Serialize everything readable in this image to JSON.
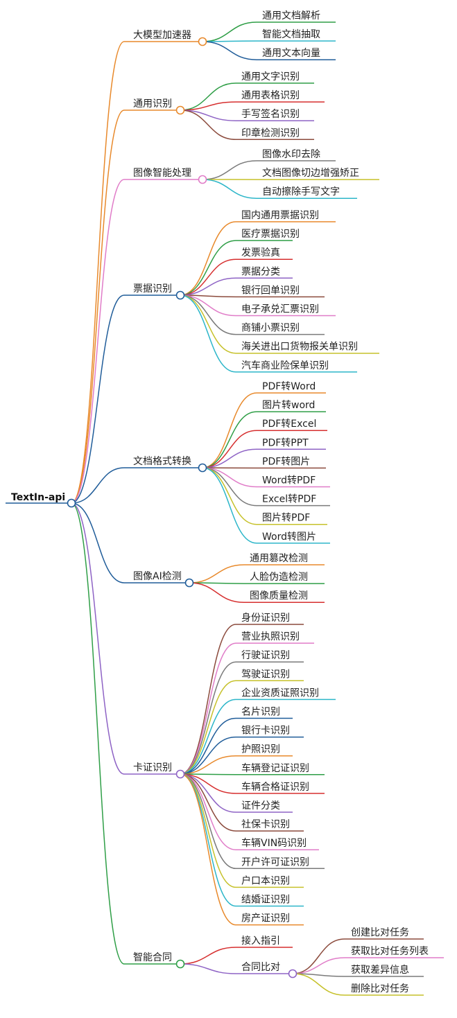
{
  "root": {
    "label": "TextIn-api",
    "color": "#1f5c99"
  },
  "branches": [
    {
      "label": "大模型加速器",
      "color": "#e8892b",
      "children": [
        {
          "label": "通用文档解析",
          "color": "#2e9e46"
        },
        {
          "label": "智能文档抽取",
          "color": "#2cb6c9"
        },
        {
          "label": "通用文本向量",
          "color": "#1f5c99"
        }
      ]
    },
    {
      "label": "通用识别",
      "color": "#e8892b",
      "children": [
        {
          "label": "通用文字识别",
          "color": "#2e9e46"
        },
        {
          "label": "通用表格识别",
          "color": "#d62f2f"
        },
        {
          "label": "手写签名识别",
          "color": "#8e63c5"
        },
        {
          "label": "印章检测识别",
          "color": "#8b4a3c"
        }
      ]
    },
    {
      "label": "图像智能处理",
      "color": "#e07cc8",
      "children": [
        {
          "label": "图像水印去除",
          "color": "#7a7a7a"
        },
        {
          "label": "文档图像切边增强矫正",
          "color": "#c6c12a"
        },
        {
          "label": "自动擦除手写文字",
          "color": "#2cb6c9"
        }
      ]
    },
    {
      "label": "票据识别",
      "color": "#1f5c99",
      "children": [
        {
          "label": "国内通用票据识别",
          "color": "#e8892b"
        },
        {
          "label": "医疗票据识别",
          "color": "#2e9e46"
        },
        {
          "label": "发票验真",
          "color": "#d62f2f"
        },
        {
          "label": "票据分类",
          "color": "#8e63c5"
        },
        {
          "label": "银行回单识别",
          "color": "#8b4a3c"
        },
        {
          "label": "电子承兑汇票识别",
          "color": "#e07cc8"
        },
        {
          "label": "商铺小票识别",
          "color": "#7a7a7a"
        },
        {
          "label": "海关进出口货物报关单识别",
          "color": "#c6c12a"
        },
        {
          "label": "汽车商业险保单识别",
          "color": "#2cb6c9"
        }
      ]
    },
    {
      "label": "文档格式转换",
      "color": "#1f5c99",
      "children": [
        {
          "label": "PDF转Word",
          "color": "#e8892b"
        },
        {
          "label": "图片转word",
          "color": "#2e9e46"
        },
        {
          "label": "PDF转Excel",
          "color": "#d62f2f"
        },
        {
          "label": "PDF转PPT",
          "color": "#8e63c5"
        },
        {
          "label": "PDF转图片",
          "color": "#8b4a3c"
        },
        {
          "label": "Word转PDF",
          "color": "#e07cc8"
        },
        {
          "label": "Excel转PDF",
          "color": "#7a7a7a"
        },
        {
          "label": "图片转PDF",
          "color": "#c6c12a"
        },
        {
          "label": "Word转图片",
          "color": "#2cb6c9"
        }
      ]
    },
    {
      "label": "图像AI检测",
      "color": "#1f5c99",
      "children": [
        {
          "label": "通用篡改检测",
          "color": "#e8892b"
        },
        {
          "label": "人脸伪造检测",
          "color": "#2e9e46"
        },
        {
          "label": "图像质量检测",
          "color": "#d62f2f"
        }
      ]
    },
    {
      "label": "卡证识别",
      "color": "#8e63c5",
      "children": [
        {
          "label": "身份证识别",
          "color": "#8b4a3c"
        },
        {
          "label": "营业执照识别",
          "color": "#e07cc8"
        },
        {
          "label": "行驶证识别",
          "color": "#7a7a7a"
        },
        {
          "label": "驾驶证识别",
          "color": "#c6c12a"
        },
        {
          "label": "企业资质证照识别",
          "color": "#2cb6c9"
        },
        {
          "label": "名片识别",
          "color": "#1f5c99"
        },
        {
          "label": "银行卡识别",
          "color": "#1f5c99"
        },
        {
          "label": "护照识别",
          "color": "#e8892b"
        },
        {
          "label": "车辆登记证识别",
          "color": "#2e9e46"
        },
        {
          "label": "车辆合格证识别",
          "color": "#d62f2f"
        },
        {
          "label": "证件分类",
          "color": "#8e63c5"
        },
        {
          "label": "社保卡识别",
          "color": "#8b4a3c"
        },
        {
          "label": "车辆VIN码识别",
          "color": "#e07cc8"
        },
        {
          "label": "开户许可证识别",
          "color": "#7a7a7a"
        },
        {
          "label": "户口本识别",
          "color": "#c6c12a"
        },
        {
          "label": "结婚证识别",
          "color": "#2cb6c9"
        },
        {
          "label": "房产证识别",
          "color": "#e8892b"
        }
      ]
    },
    {
      "label": "智能合同",
      "color": "#2e9e46",
      "children": [
        {
          "label": "接入指引",
          "color": "#d62f2f"
        },
        {
          "label": "合同比对",
          "color": "#8e63c5",
          "children": [
            {
              "label": "创建比对任务",
              "color": "#8b4a3c"
            },
            {
              "label": "获取比对任务列表",
              "color": "#e07cc8"
            },
            {
              "label": "获取差异信息",
              "color": "#7a7a7a"
            },
            {
              "label": "删除比对任务",
              "color": "#c6c12a"
            }
          ]
        }
      ]
    }
  ]
}
